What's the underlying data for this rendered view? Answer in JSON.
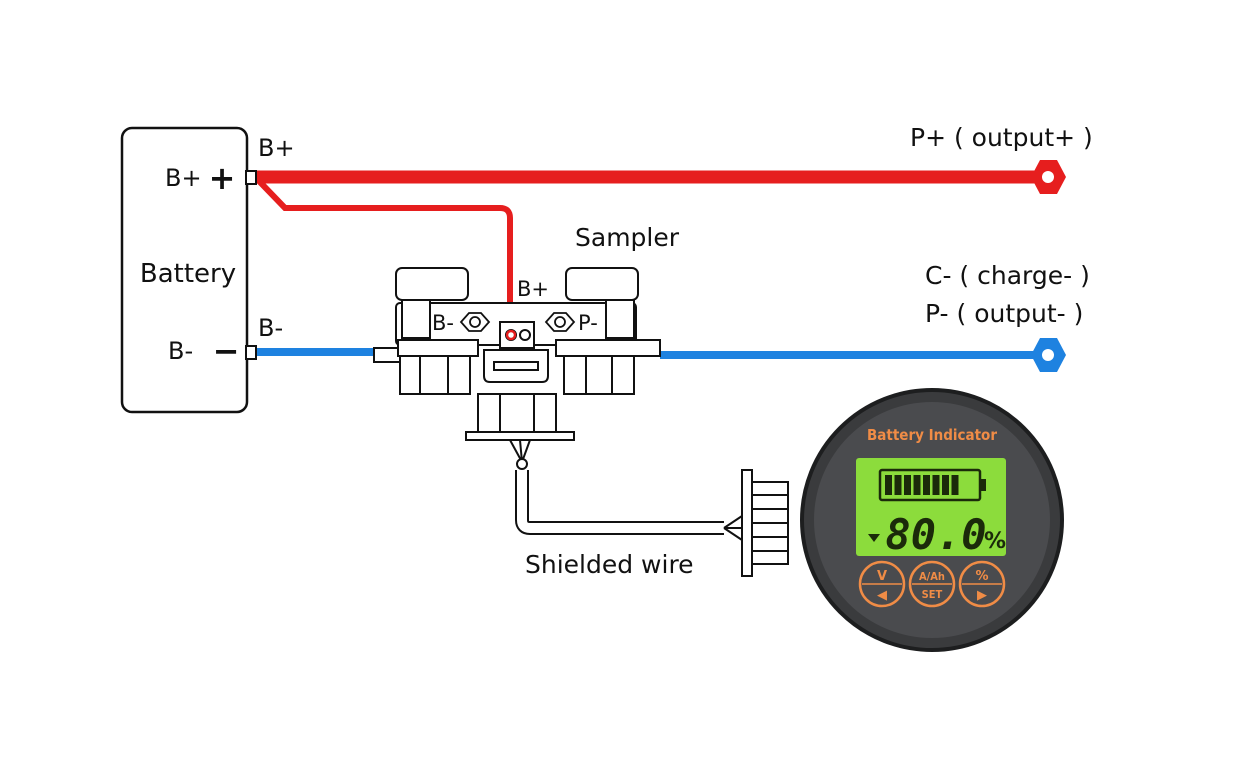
{
  "battery": {
    "name": "Battery",
    "pos_label": "B+",
    "neg_label": "B-",
    "pos_symbol": "+",
    "neg_symbol": "−"
  },
  "wires": {
    "bplus": "B+",
    "bminus": "B-",
    "pplus": "P+ ( output+ )",
    "cminus": "C- ( charge- )",
    "pminus": "P- ( output- )",
    "shielded": "Shielded wire",
    "colors": {
      "positive": "#e61e1e",
      "negative": "#1e82e0"
    }
  },
  "sampler": {
    "name": "Sampler",
    "terminal_bminus": "B-",
    "terminal_pminus": "P-",
    "terminal_bplus": "B+"
  },
  "indicator": {
    "title": "Battery Indicator",
    "reading": "80.0",
    "unit": "%",
    "charge_level": 0.8,
    "buttons": [
      {
        "top": "V",
        "bottom": "◀"
      },
      {
        "top": "A/Ah",
        "bottom": "SET"
      },
      {
        "top": "%",
        "bottom": "▶"
      }
    ],
    "colors": {
      "lcd": "#8cdc3c",
      "accent": "#f08c46",
      "bezel": "#3a3b3d"
    }
  }
}
